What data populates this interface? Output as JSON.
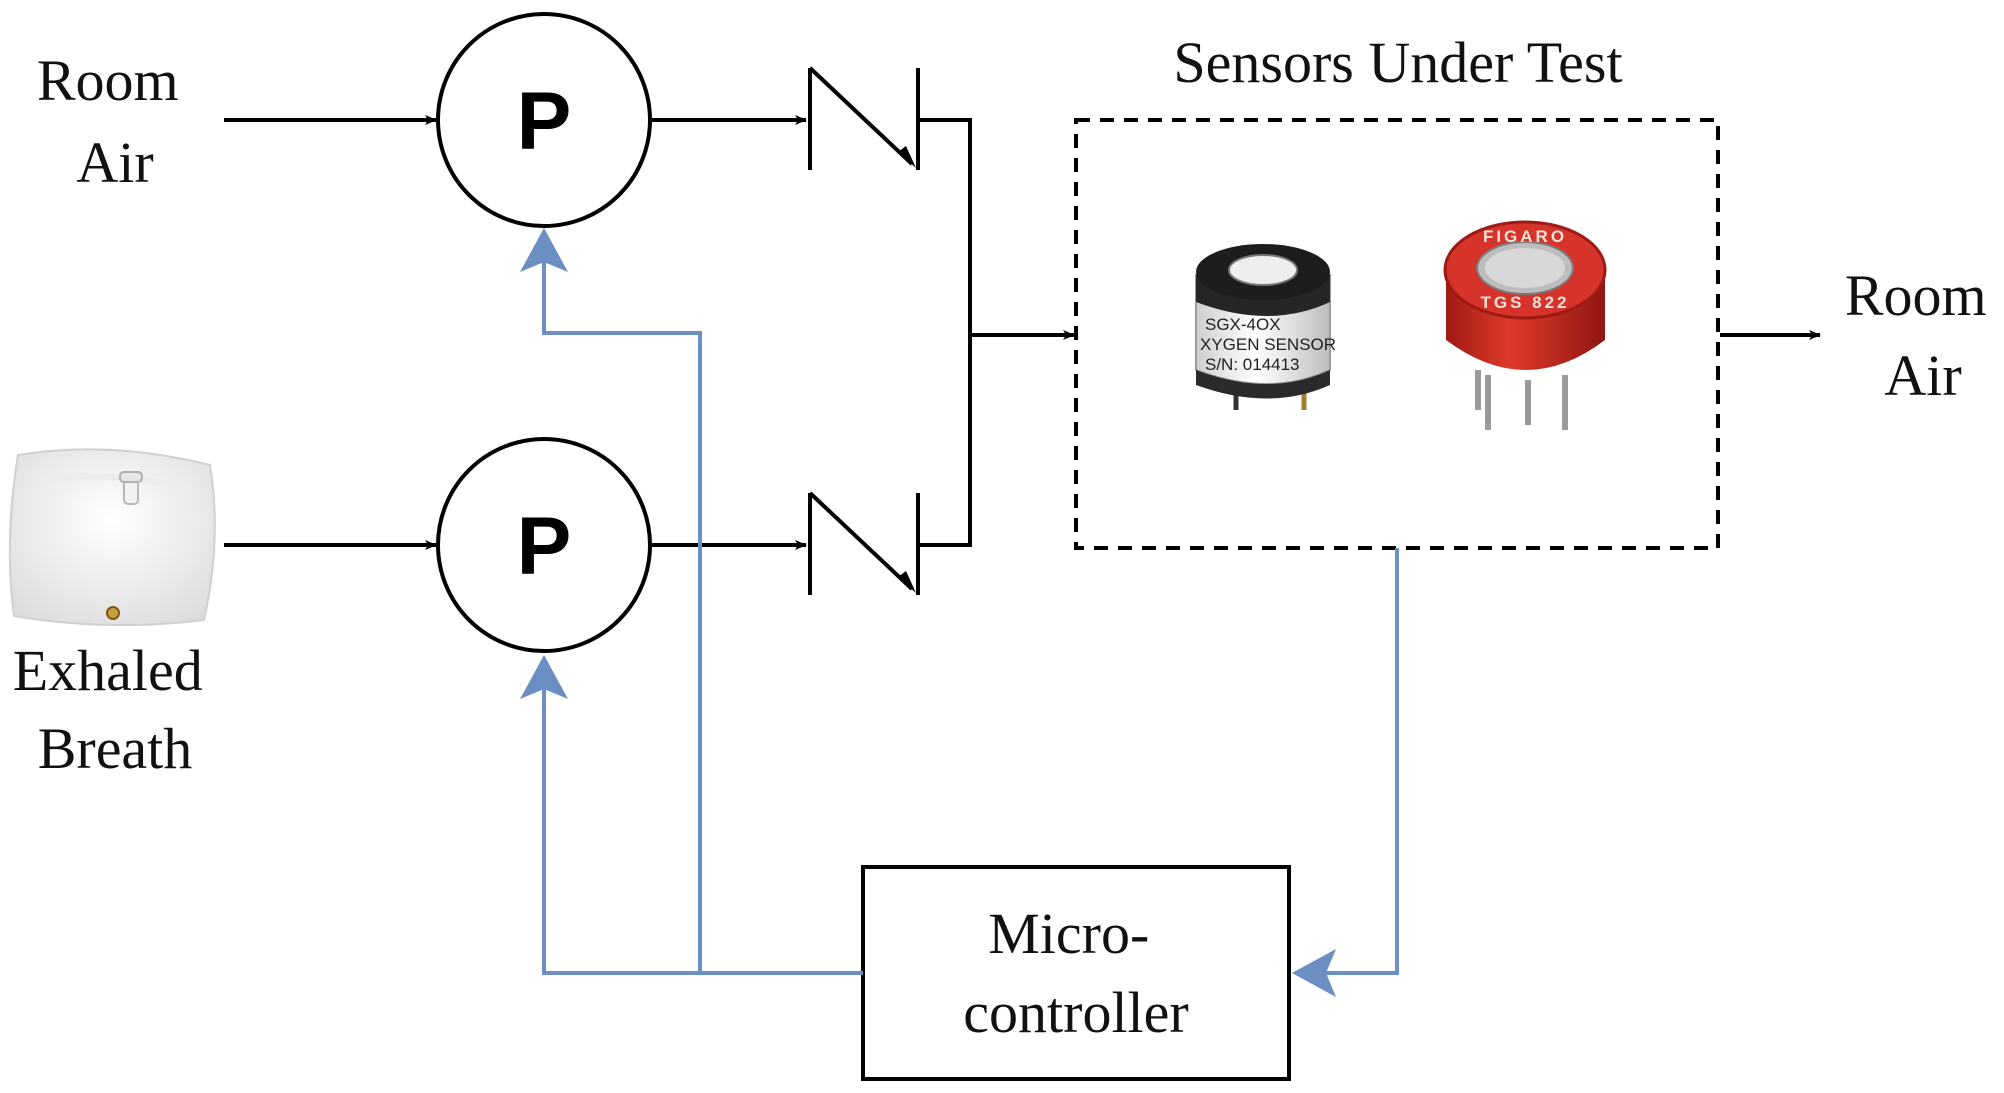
{
  "labels": {
    "room_air_in": [
      "Room",
      "Air"
    ],
    "exhaled_breath": [
      "Exhaled",
      "Breath"
    ],
    "pump_symbol": "P",
    "sensors_title": "Sensors Under Test",
    "room_air_out": [
      "Room",
      "Air"
    ],
    "microcontroller": [
      "Micro-",
      "controller"
    ]
  },
  "sensors": {
    "oxygen": [
      "SGX-4OX",
      "XYGEN SENSOR",
      "S/N: 014413"
    ],
    "figaro_top": "FIGARO",
    "figaro_bottom": "TGS 822"
  },
  "colors": {
    "flow_line": "#000000",
    "control_line": "#6b8fc2",
    "sensor_red": "#cc2a20"
  }
}
